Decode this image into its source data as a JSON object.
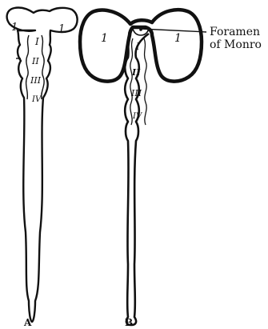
{
  "figure": {
    "panel_a": {
      "label": "A",
      "hemisphere_left": "1",
      "hemisphere_right": "1",
      "vesicles": [
        "I",
        "II",
        "III",
        "IV"
      ]
    },
    "panel_b": {
      "label": "B",
      "hemisphere_left": "1",
      "hemisphere_right": "1",
      "vesicles": [
        "I",
        "II",
        "III",
        "IV"
      ],
      "annotation_line1": "Foramen",
      "annotation_line2": "of Monro"
    }
  }
}
